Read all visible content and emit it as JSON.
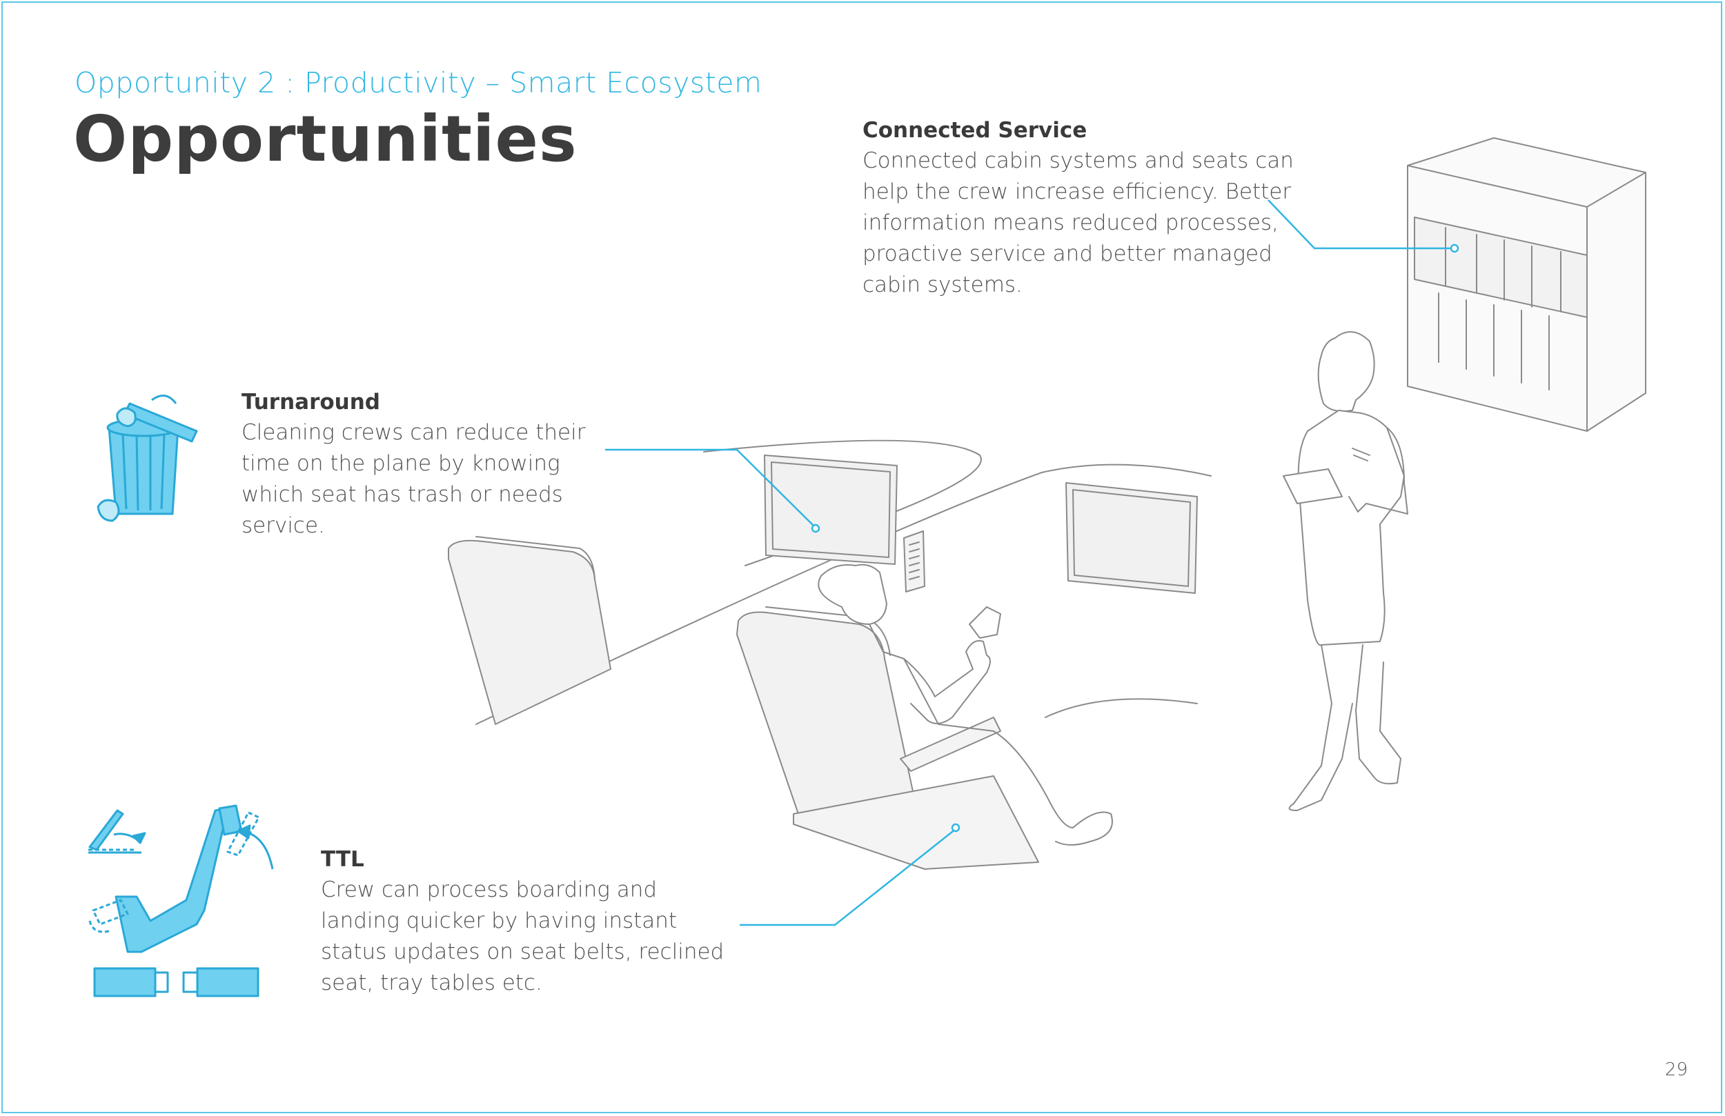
{
  "header": {
    "subtitle": "Opportunity 2 : Productivity – Smart Ecosystem",
    "title": "Opportunities"
  },
  "sections": {
    "connected_service": {
      "heading": "Connected Service",
      "body": "Connected cabin systems and seats can help the crew increase efficiency. Better information means reduced processes, proactive service and better managed cabin systems."
    },
    "turnaround": {
      "heading": "Turnaround",
      "body": "Cleaning crews can reduce their time on the plane by knowing which seat has trash or needs service."
    },
    "ttl": {
      "heading": "TTL",
      "body": "Crew can process boarding and landing quicker by having instant status updates on seat belts, reclined seat, tray tables etc."
    }
  },
  "footer": {
    "page_number": "29"
  },
  "colors": {
    "accent": "#2fb6e2",
    "title": "#3d3d3d",
    "sketch_line": "#8a8a8a"
  },
  "icons": [
    "trash-can-icon",
    "seat-recline-icon",
    "seatbelt-buckle-icon"
  ]
}
